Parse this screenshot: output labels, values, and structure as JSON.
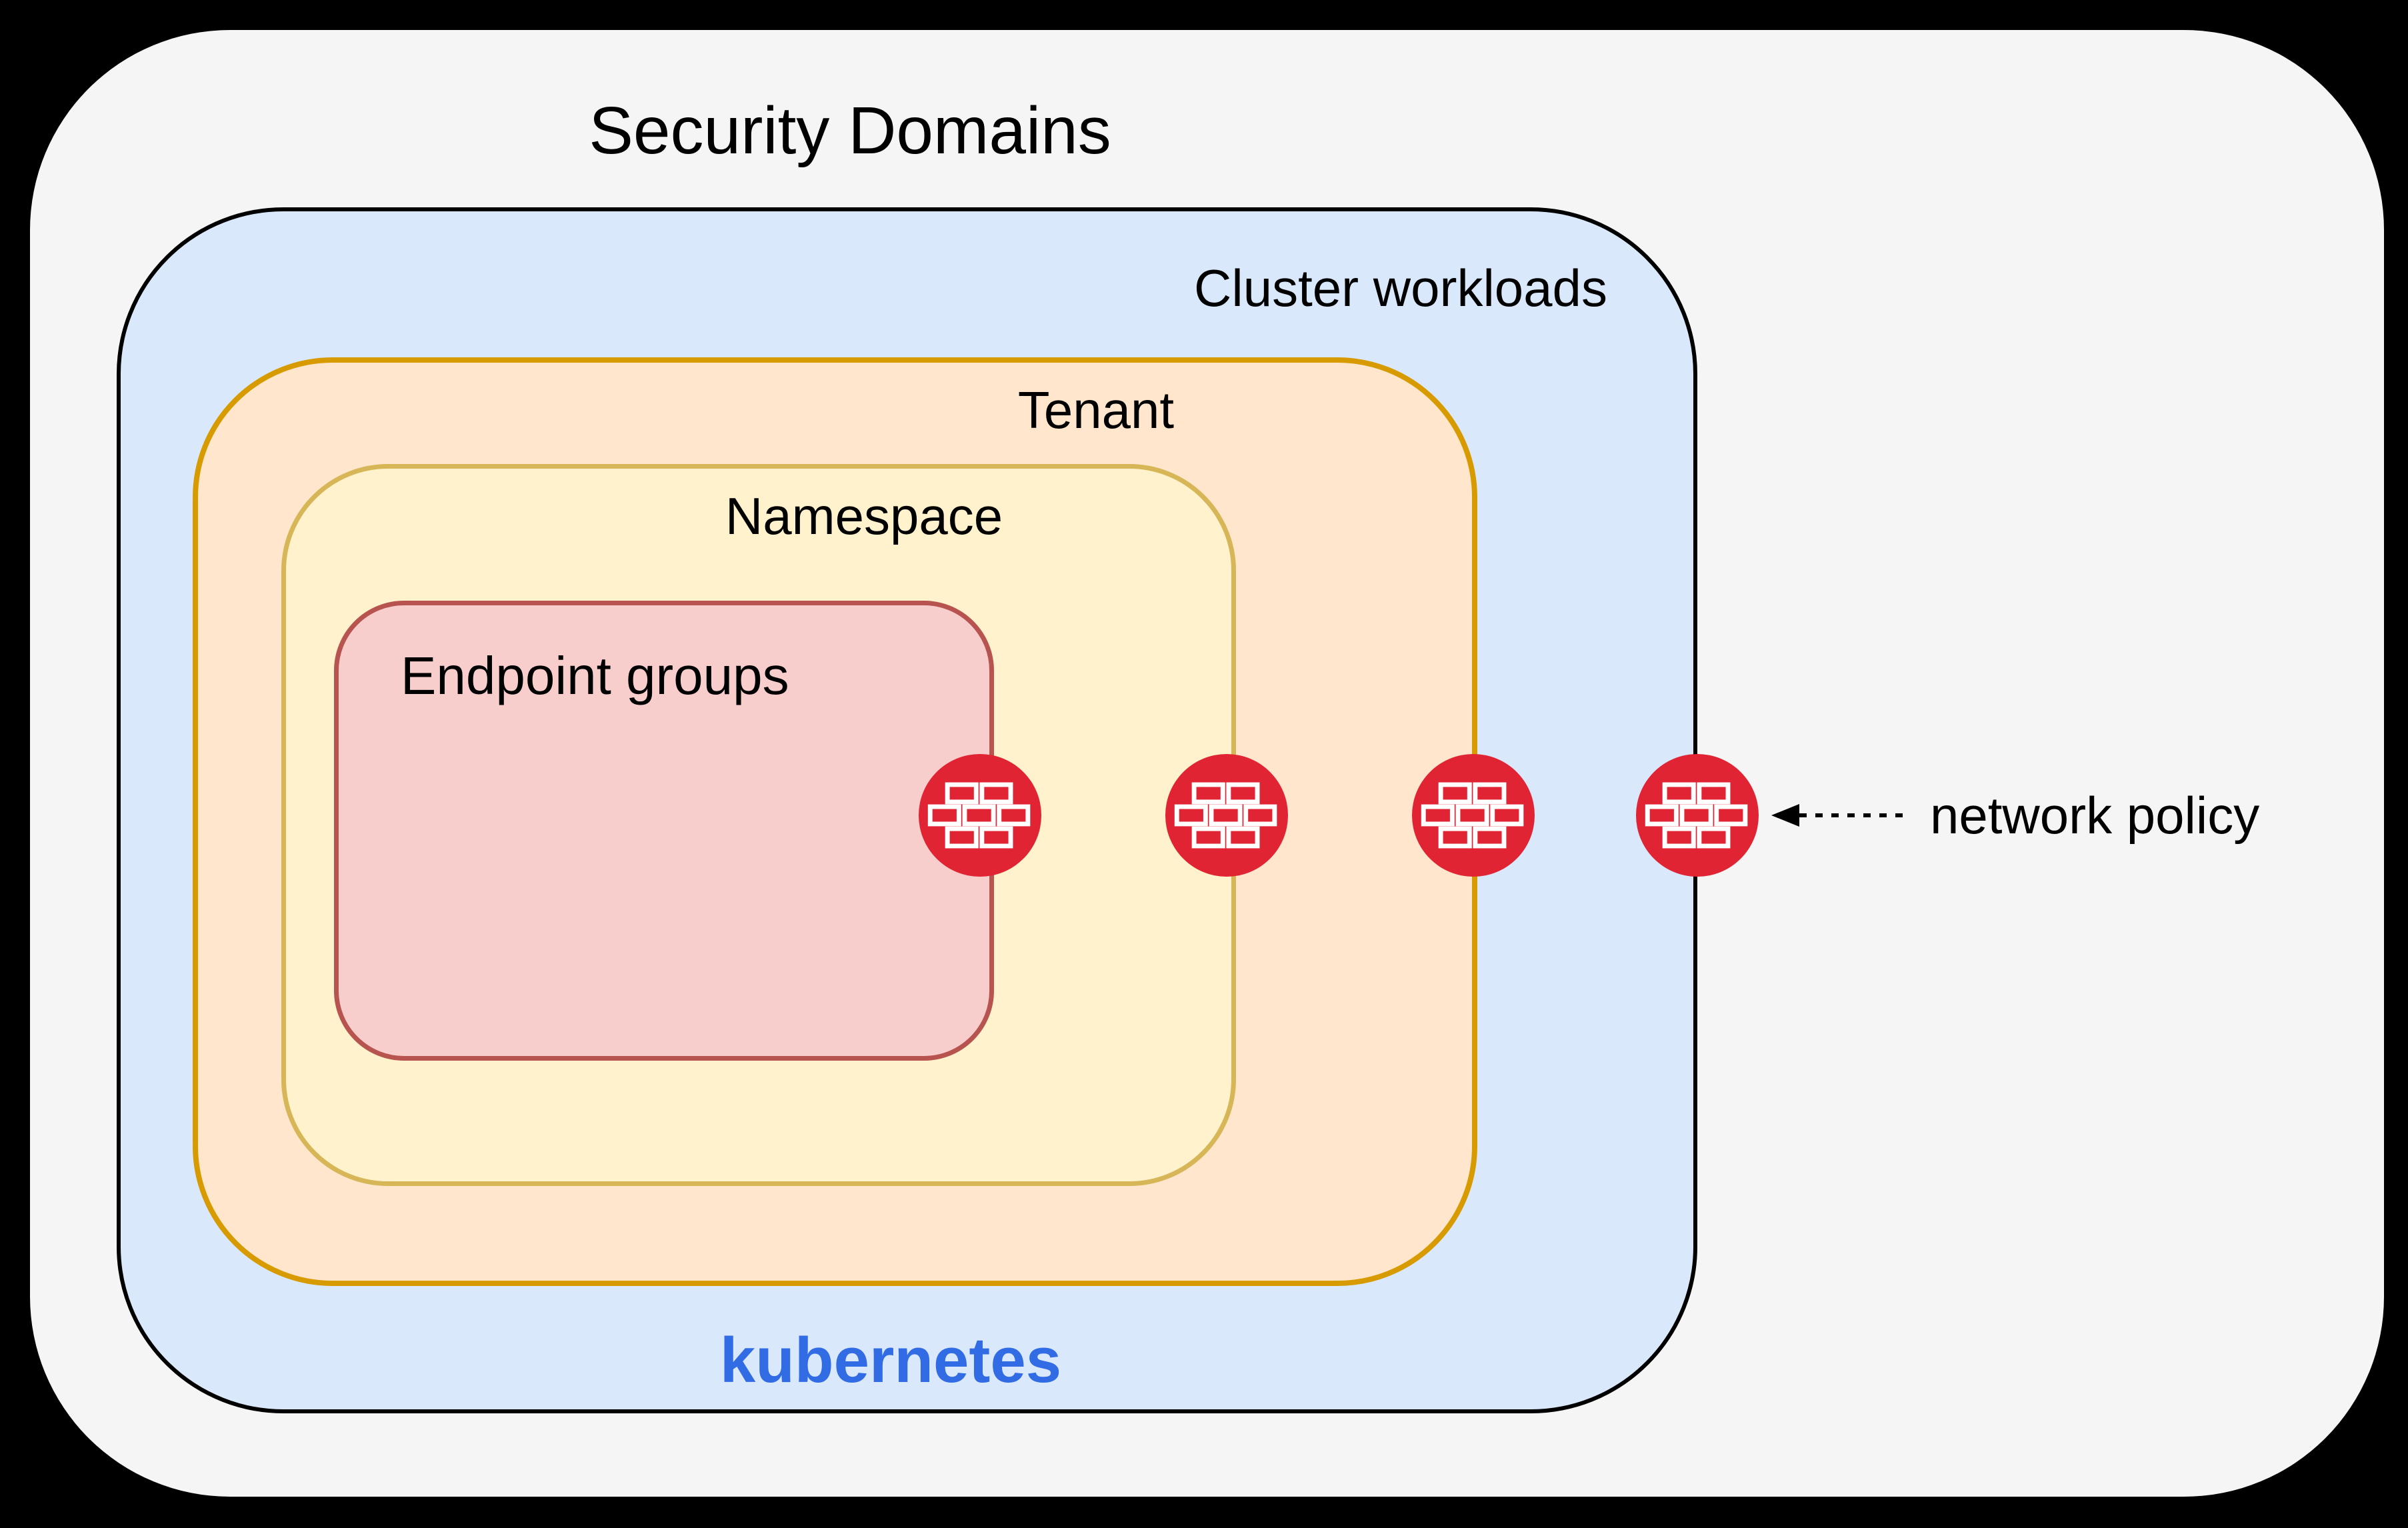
{
  "title": "Security Domains",
  "boxes": {
    "cluster": {
      "label": "Cluster workloads",
      "fill": "#dae8fc",
      "border": "#000000"
    },
    "tenant": {
      "label": "Tenant",
      "fill": "#ffe6cc",
      "border": "#d79b00"
    },
    "namespace": {
      "label": "Namespace",
      "fill": "#fff2cc",
      "border": "#d6b656"
    },
    "endpoint_groups": {
      "label": "Endpoint groups",
      "fill": "#f8cecc",
      "border": "#b85450"
    }
  },
  "outer_fill": "#f5f5f5",
  "kubernetes": {
    "label": "kubernetes",
    "color": "#326ce5"
  },
  "annotation": {
    "label": "network policy"
  },
  "firewall": {
    "color": "#e02433",
    "icon": "firewall-brick-icon",
    "count": 4
  }
}
